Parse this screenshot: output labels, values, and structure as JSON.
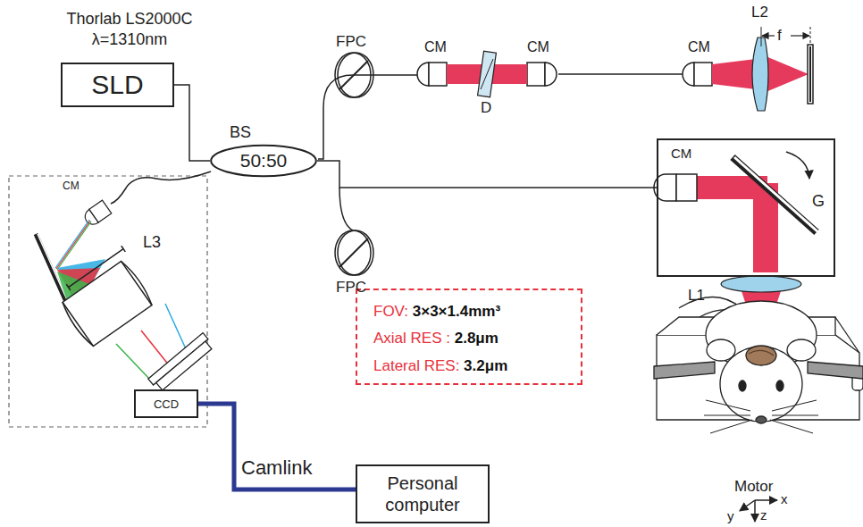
{
  "diagram": {
    "nodes": [
      {
        "text": [
          "Thorlab LS2000C λ=1310nm",
          "SLD"
        ]
      },
      {
        "text": [
          "BS",
          "50:50"
        ]
      },
      {
        "text": [
          "CM",
          "G"
        ]
      },
      {
        "text": [
          "FOV: 3×3×1.4mm³",
          "Axial RES : 2.8μm",
          "Lateral RES: 3.2μm"
        ]
      },
      {
        "text": [
          "CCD"
        ]
      },
      {
        "text": [
          "Personal computer"
        ]
      }
    ],
    "edges": [
      {
        "from": 0,
        "to": 1,
        "arrow": "none"
      },
      {
        "from": 1,
        "to": 2,
        "arrow": "none"
      },
      {
        "from": 4,
        "to": 5,
        "label": "Camlink",
        "arrow": "none"
      }
    ],
    "labels": [
      "FPC",
      "FPC",
      "CM",
      "D",
      "CM",
      "CM",
      "L2",
      "f",
      "L1",
      "CM",
      "L3",
      "Motor",
      "x",
      "y",
      "z"
    ]
  }
}
